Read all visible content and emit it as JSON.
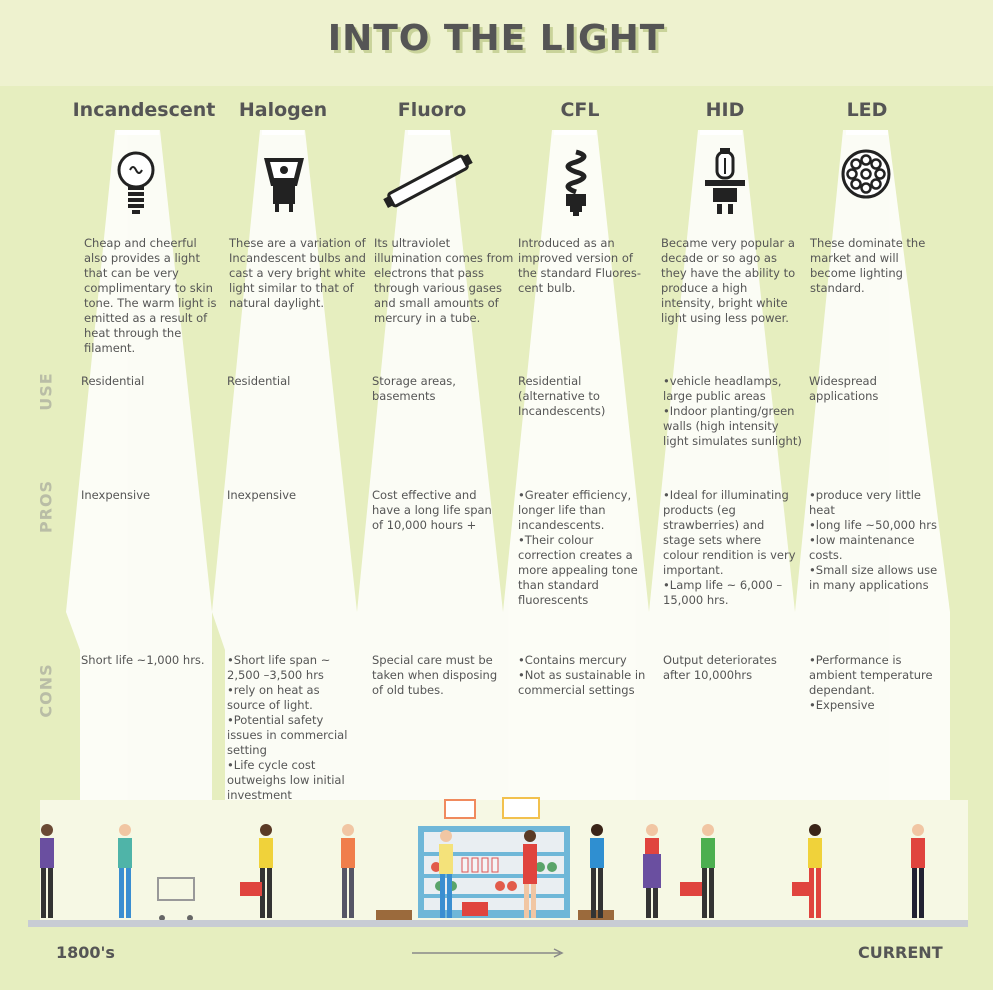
{
  "title": "INTO THE LIGHT",
  "row_labels": {
    "use": "USE",
    "pros": "PROS",
    "cons": "CONS"
  },
  "timeline": {
    "start": "1800's",
    "end": "CURRENT"
  },
  "colors": {
    "background": "#e6eebf",
    "beam": "#ffffff",
    "text": "#555555"
  },
  "columns": [
    {
      "name": "Incandescent",
      "icon": "light-bulb-icon",
      "description": "Cheap and cheerful also provides a light that can be very complimentary to skin tone. The warm light is emitted as a result of heat through the filament.",
      "use": "Residential",
      "pros": "Inexpensive",
      "cons": "Short life ~1,000 hrs."
    },
    {
      "name": "Halogen",
      "icon": "halogen-bulb-icon",
      "description": "These are a variation of Incandescent bulbs and cast a very bright white light similar to that of natural daylight.",
      "use": "Residential",
      "pros": "Inexpensive",
      "cons": "•Short life span ~ 2,500 –3,500 hrs\n•rely on heat as source of light.\n•Potential safety issues in commercial setting\n•Life cycle cost outweighs low initial investment"
    },
    {
      "name": "Fluoro",
      "icon": "fluorescent-tube-icon",
      "description": "Its ultraviolet illumination comes from electrons that pass through various gases and small amounts of mercury in a tube.",
      "use": "Storage areas, basements",
      "pros": "Cost effective and have a long life span of 10,000 hours +",
      "cons": "Special care must be taken when disposing of old tubes."
    },
    {
      "name": "CFL",
      "icon": "cfl-bulb-icon",
      "description": "Introduced as an improved version of the standard Fluores-cent bulb.",
      "use": "Residential (alternative to Incandescents)",
      "pros": "•Greater efficiency, longer life than incandescents.\n•Their colour correction creates a more appealing tone than standard fluorescents",
      "cons": "•Contains mercury\n•Not as sustainable in commercial settings"
    },
    {
      "name": "HID",
      "icon": "hid-lamp-icon",
      "description": "Became very popular a decade or so ago as they have the ability to produce a high intensity, bright white light using less power.",
      "use": "•vehicle headlamps, large public areas\n•Indoor planting/green walls (high intensity light simulates sunlight)",
      "pros": "•Ideal for illuminating products (eg strawberries) and stage sets where colour rendition is very important.\n•Lamp life ~ 6,000 – 15,000 hrs.",
      "cons": "Output deteriorates after 10,000hrs"
    },
    {
      "name": "LED",
      "icon": "led-bulb-icon",
      "description": "These dominate the market and will become lighting standard.",
      "use": "Widespread applications",
      "pros": "•produce very little heat\n•long life ~50,000 hrs\n•low maintenance costs.\n•Small size allows use in many applications",
      "cons": "•Performance is ambient temperature dependant.\n•Expensive"
    }
  ]
}
